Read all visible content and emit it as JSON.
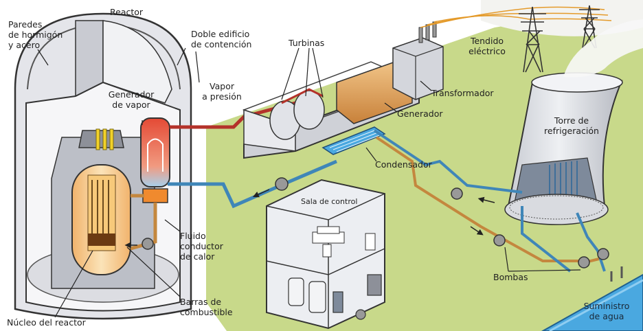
{
  "labels": {
    "walls": "Paredes\nde hormigón\ny acero",
    "reactor": "Reactor",
    "containment": "Doble edificio\nde contención",
    "turbines": "Turbinas",
    "power_line": "Tendido\neléctrico",
    "steam_pressure": "Vapor\na presión",
    "steam_generator": "Generador\nde vapor",
    "transformer": "Transformador",
    "generator": "Generador",
    "cooling_tower": "Torre de\nrefrigeración",
    "condenser": "Condensador",
    "control_room": "Sala de control",
    "heat_fluid": "Fluido\nconductor\nde calor",
    "pumps": "Bombas",
    "fuel_rods": "Barras de\ncombustible",
    "core": "Núcleo del reactor",
    "water_supply": "Suministro\nde agua"
  },
  "colors": {
    "ground": "#c8d98a",
    "building_wall": "#e2e3e7",
    "building_dark": "#b9bcc4",
    "reactor_core": "#f6c98a",
    "steam_generator": "#e8604a",
    "hot_pipe": "#b4322a",
    "cold_pipe": "#3f86b8",
    "water": "#4aa8e0",
    "generator_body": "#e2a35a"
  }
}
